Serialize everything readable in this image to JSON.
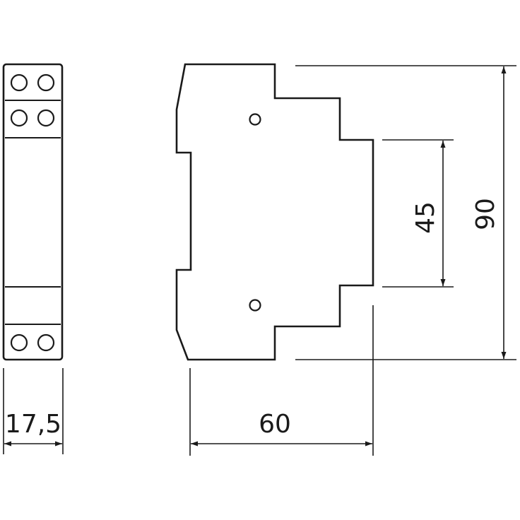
{
  "drawing": {
    "dimensions": {
      "width_module": "17,5",
      "depth": "60",
      "height_total": "90",
      "height_front": "45"
    },
    "colors": {
      "stroke": "#1a1a1a",
      "background": "#ffffff"
    }
  }
}
